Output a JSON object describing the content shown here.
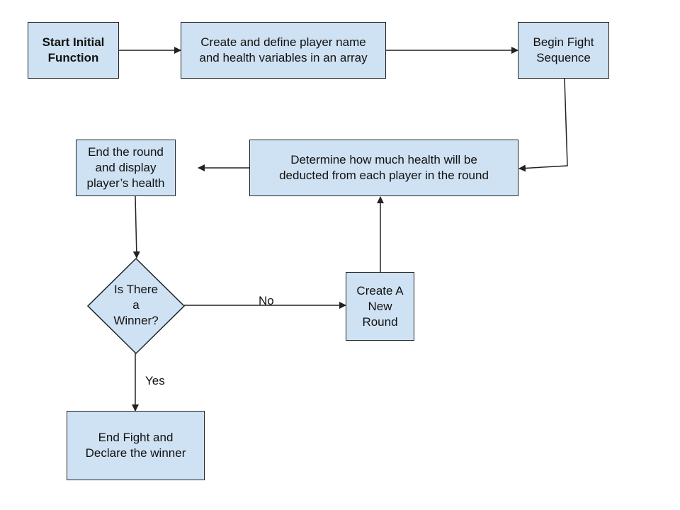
{
  "colors": {
    "node_fill": "#cfe2f3",
    "stroke": "#222222"
  },
  "nodes": {
    "start": "Start Initial\nFunction",
    "create_vars": "Create and define player name\nand health variables in an array",
    "begin_fight": "Begin Fight\nSequence",
    "determine_damage": "Determine how much health will be\ndeducted from each player in the round",
    "end_round": "End the round\nand display\nplayer’s health",
    "winner_check": "Is There\na\nWinner?",
    "new_round": "Create A\nNew\nRound",
    "end_fight": "End Fight and\nDeclare the winner"
  },
  "edges": {
    "no_label": "No",
    "yes_label": "Yes"
  }
}
